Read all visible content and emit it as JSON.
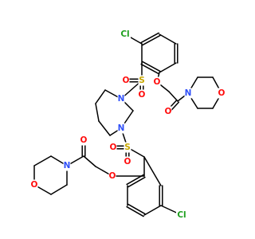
{
  "diagram": {
    "type": "skeletal-structure",
    "colors": {
      "bond": "#000000",
      "C": "#000000",
      "O": "#ff0d0d",
      "N": "#3050f8",
      "S": "#c8a800",
      "Cl": "#1fa01f"
    },
    "atoms": [
      {
        "id": "cl1",
        "el": "Cl",
        "label": "Cl"
      },
      {
        "id": "cl2",
        "el": "Cl",
        "label": "Cl"
      },
      {
        "id": "s1",
        "el": "S",
        "label": "S"
      },
      {
        "id": "s2",
        "el": "S",
        "label": "S"
      },
      {
        "id": "o_s1a",
        "el": "O",
        "label": "O"
      },
      {
        "id": "o_s1b",
        "el": "O",
        "label": "O"
      },
      {
        "id": "o_s2a",
        "el": "O",
        "label": "O"
      },
      {
        "id": "o_s2b",
        "el": "O",
        "label": "O"
      },
      {
        "id": "n_d1",
        "el": "N",
        "label": "N"
      },
      {
        "id": "n_d2",
        "el": "N",
        "label": "N"
      },
      {
        "id": "o_e1",
        "el": "O",
        "label": "O"
      },
      {
        "id": "o_e2",
        "el": "O",
        "label": "O"
      },
      {
        "id": "o_c1",
        "el": "O",
        "label": "O"
      },
      {
        "id": "o_c2",
        "el": "O",
        "label": "O"
      },
      {
        "id": "n_m1",
        "el": "N",
        "label": "N"
      },
      {
        "id": "n_m2",
        "el": "N",
        "label": "N"
      },
      {
        "id": "o_m1",
        "el": "O",
        "label": "O"
      },
      {
        "id": "o_m2",
        "el": "O",
        "label": "O"
      }
    ]
  }
}
